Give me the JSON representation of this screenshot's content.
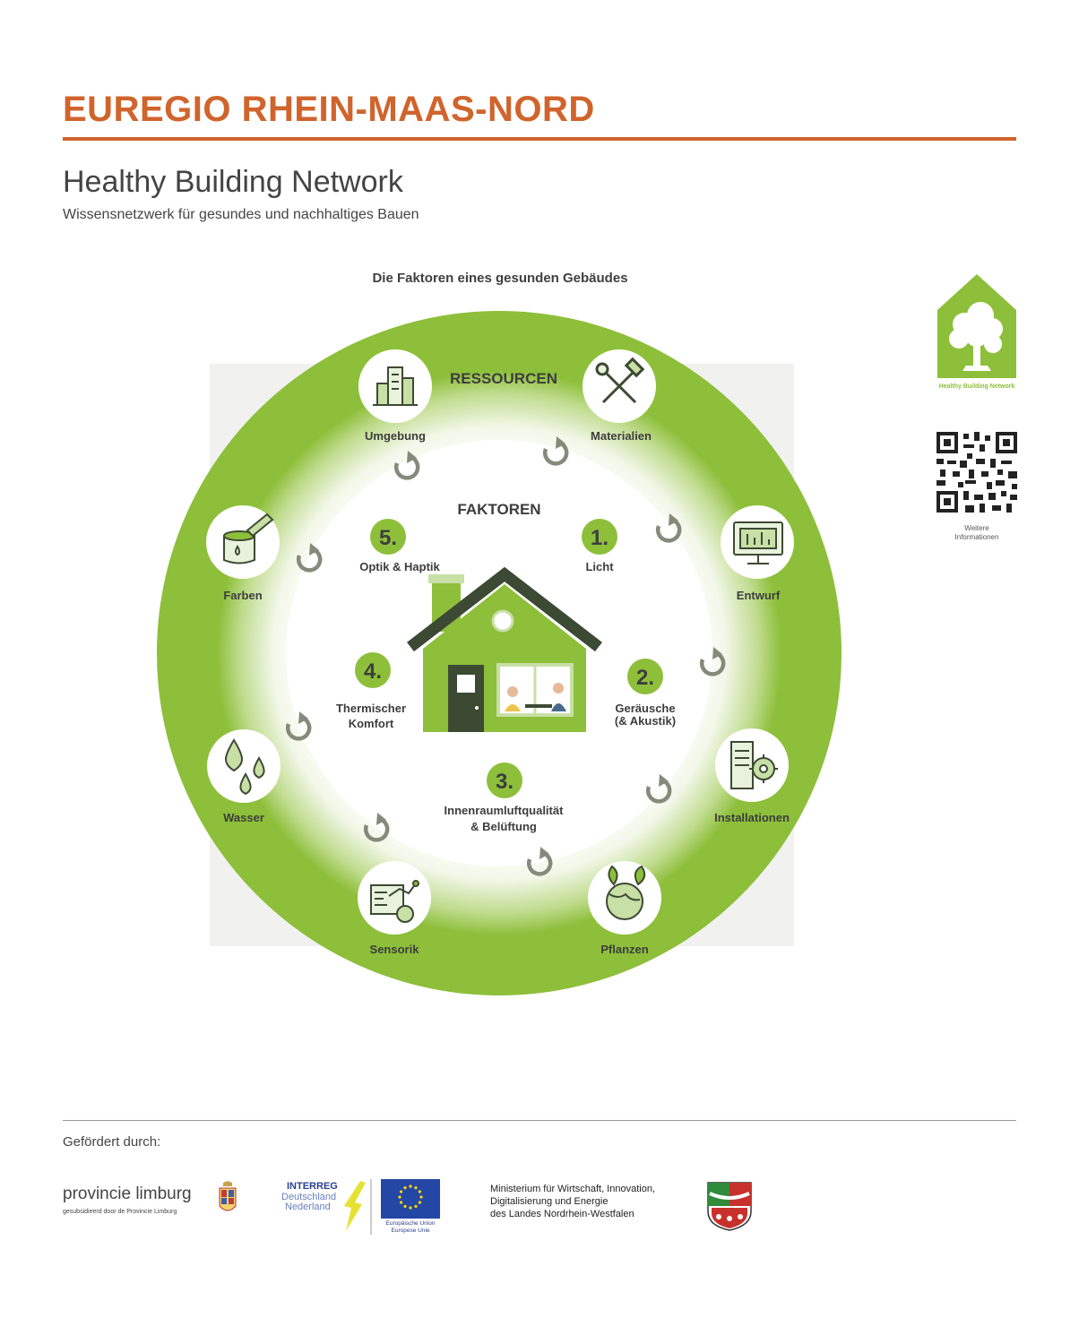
{
  "header": {
    "title": "EUREGIO RHEIN-MAAS-NORD",
    "network_name": "Healthy Building Network",
    "network_subtitle": "Wissensnetzwerk für gesundes und nachhaltiges Bauen"
  },
  "diagram": {
    "title": "Die Faktoren eines gesunden Gebäudes",
    "ring_label": "RESSOURCEN",
    "inner_label": "FAKTOREN",
    "resources": [
      {
        "label": "Umgebung",
        "icon": "buildings-icon"
      },
      {
        "label": "Materialien",
        "icon": "tools-icon"
      },
      {
        "label": "Entwurf",
        "icon": "monitor-icon"
      },
      {
        "label": "Installationen",
        "icon": "gear-cabinet-icon"
      },
      {
        "label": "Pflanzen",
        "icon": "globe-leaves-icon"
      },
      {
        "label": "Sensorik",
        "icon": "sensor-chart-icon"
      },
      {
        "label": "Wasser",
        "icon": "water-drops-icon"
      },
      {
        "label": "Farben",
        "icon": "paint-bucket-icon"
      }
    ],
    "factors": [
      {
        "number": "1.",
        "label_lines": [
          "Licht"
        ]
      },
      {
        "number": "2.",
        "label_lines": [
          "Geräusche",
          "(& Akustik)"
        ]
      },
      {
        "number": "3.",
        "label_lines": [
          "Innenraumluftqualität",
          "& Belüftung"
        ]
      },
      {
        "number": "4.",
        "label_lines": [
          "Thermischer",
          "Komfort"
        ]
      },
      {
        "number": "5.",
        "label_lines": [
          "Optik & Haptik"
        ]
      }
    ],
    "colors": {
      "green": "#8dbf3a",
      "dark": "#3d4a33",
      "arrow": "#858a7a"
    }
  },
  "sidebar": {
    "logo_text": "Healthy Building Network",
    "qr_label_1": "Weitere",
    "qr_label_2": "Informationen"
  },
  "footer": {
    "funded_by": "Gefördert durch:",
    "limburg_name": "provincie limburg",
    "limburg_sub": "gesubsidieerd door de Provincie Limburg",
    "interreg_1": "INTERREG",
    "interreg_2": "Deutschland",
    "interreg_3": "Nederland",
    "eu_label_1": "Europäische Union",
    "eu_label_2": "Europese Unie",
    "ministry_lines": [
      "Ministerium für Wirtschaft, Innovation,",
      "Digitalisierung und Energie",
      "des Landes Nordrhein-Westfalen"
    ]
  }
}
